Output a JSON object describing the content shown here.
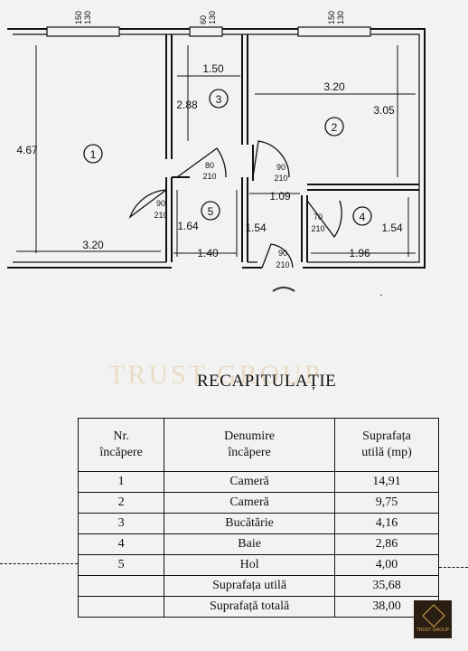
{
  "plan": {
    "dims": {
      "d320a": "3.20",
      "d467": "4.67",
      "d150": "1.50",
      "d288": "2.88",
      "d320b": "3.20",
      "d305": "3.05",
      "d164": "1.64",
      "d140": "1.40",
      "d154a": "1.54",
      "d109": "1.09",
      "d196": "1.96",
      "d154b": "1.54"
    },
    "rooms": [
      "1",
      "2",
      "3",
      "4",
      "5"
    ],
    "doors": [
      {
        "w": "80",
        "h": "210"
      },
      {
        "w": "90",
        "h": "210"
      },
      {
        "w": "90",
        "h": "210"
      },
      {
        "w": "70",
        "h": "210"
      },
      {
        "w": "90",
        "h": "210"
      }
    ],
    "windows": [
      {
        "w": "150",
        "h": "130"
      },
      {
        "w": "60",
        "h": "130"
      },
      {
        "w": "150",
        "h": "130"
      }
    ]
  },
  "title": "RECAPITULAȚIE",
  "table": {
    "headers": [
      "Nr. încăpere",
      "Denumire încăpere",
      "Suprafața utilă (mp)"
    ],
    "header_lines": [
      [
        "Nr.",
        "încăpere"
      ],
      [
        "Denumire",
        "încăpere"
      ],
      [
        "Suprafața",
        "utilă (mp)"
      ]
    ],
    "rows": [
      {
        "nr": "1",
        "name": "Cameră",
        "area": "14,91"
      },
      {
        "nr": "2",
        "name": "Cameră",
        "area": "9,75"
      },
      {
        "nr": "3",
        "name": "Bucătărie",
        "area": "4,16"
      },
      {
        "nr": "4",
        "name": "Baie",
        "area": "2,86"
      },
      {
        "nr": "5",
        "name": "Hol",
        "area": "4,00"
      }
    ],
    "totals": [
      {
        "label": "Suprafața utilă",
        "value": "35,68"
      },
      {
        "label": "Suprafață totală",
        "value": "38,00"
      }
    ]
  },
  "watermark": "TRUST GROUP",
  "logo_text": "TRUST GROUP"
}
